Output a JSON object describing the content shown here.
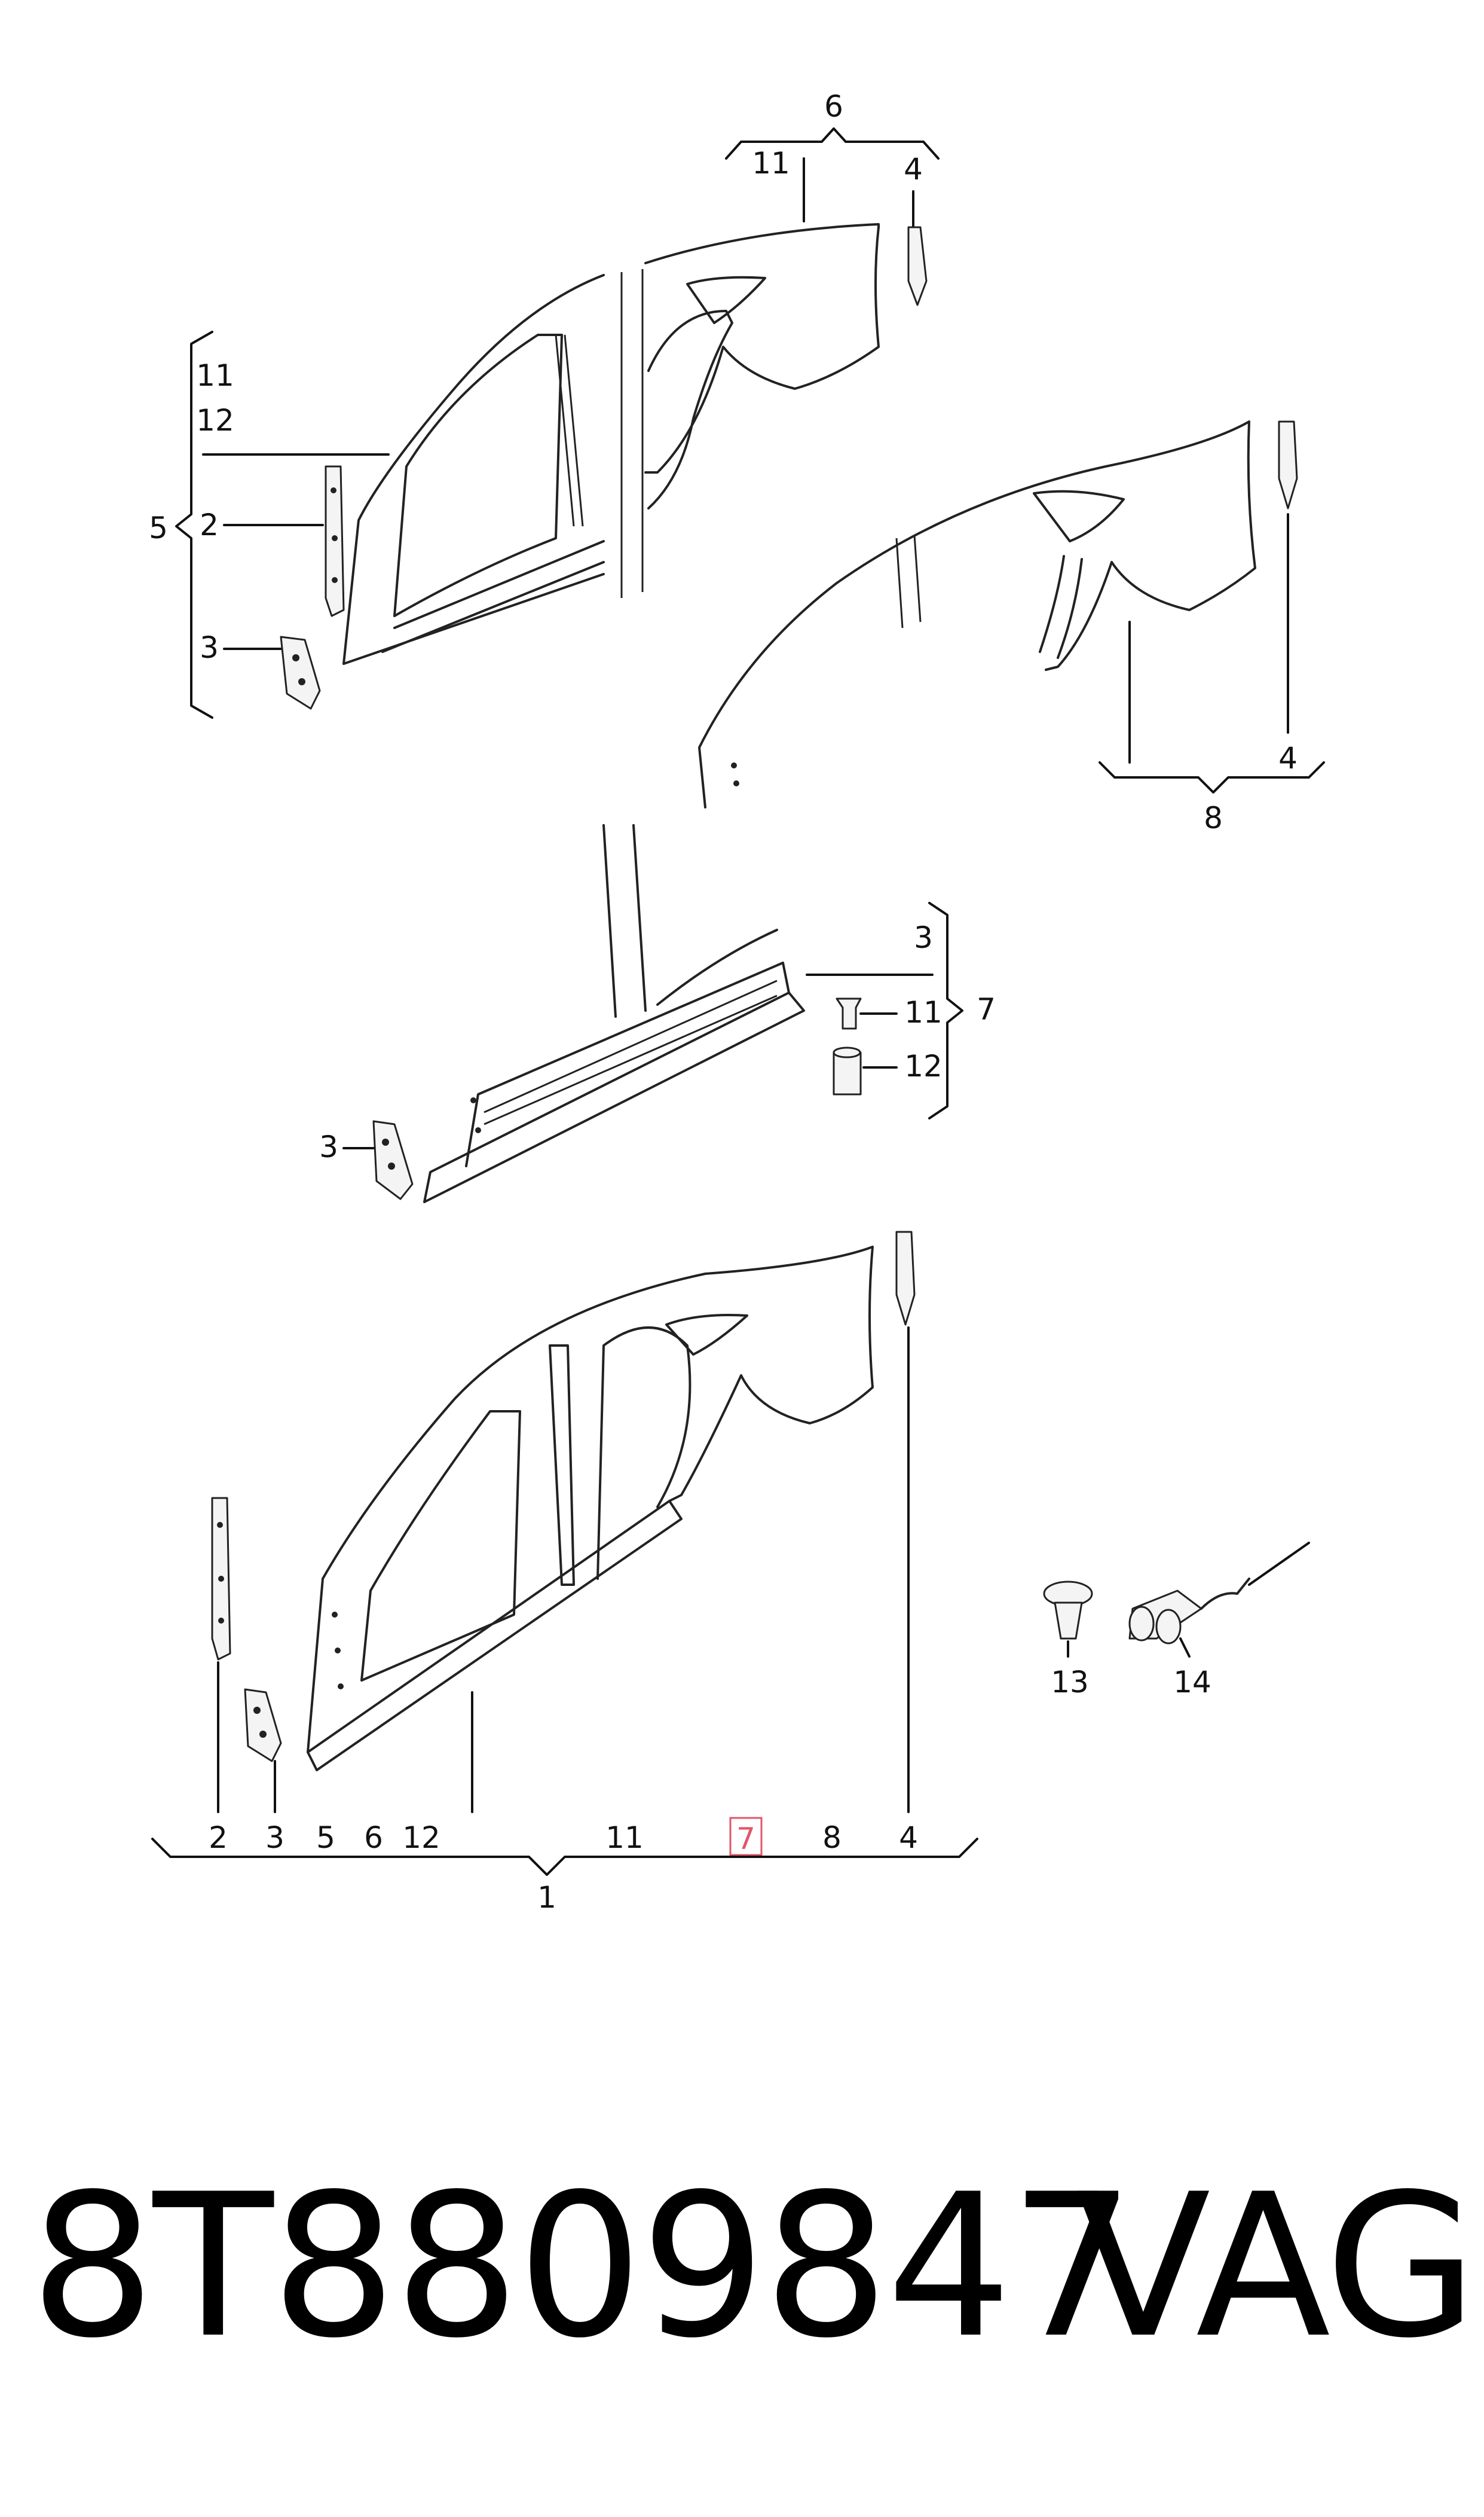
{
  "diagram": {
    "highlighted_label": "7",
    "group_6": {
      "top_label": "6",
      "labels": [
        "11",
        "4"
      ]
    },
    "group_5": {
      "brace_label": "5",
      "labels": [
        "11",
        "12",
        "2",
        "3"
      ]
    },
    "group_8": {
      "bottom_label": "8",
      "labels": [
        "4"
      ]
    },
    "group_7": {
      "brace_label": "7",
      "labels": [
        "3",
        "11",
        "12"
      ],
      "left_label": "3"
    },
    "group_1": {
      "bottom_label": "1",
      "labels": [
        "2",
        "3",
        "5",
        "6",
        "12",
        "11",
        "7",
        "8",
        "4"
      ]
    },
    "loose_parts": {
      "clip_label": "13",
      "plug_label": "14"
    }
  },
  "footer": {
    "part_number": "8T8809847",
    "brand": "VAG"
  }
}
